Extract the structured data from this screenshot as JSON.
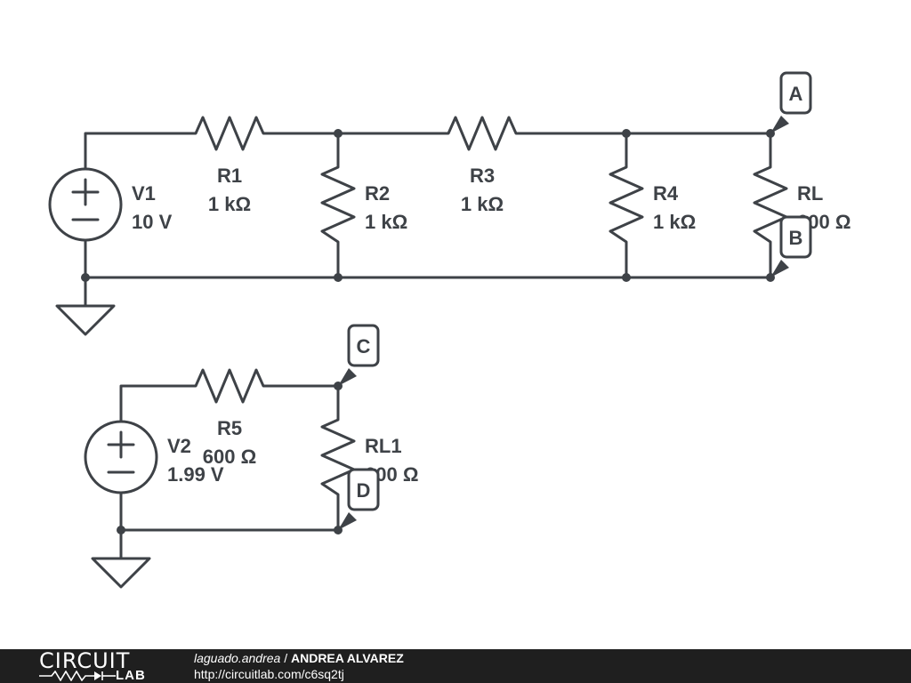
{
  "circuit1": {
    "source": {
      "name": "V1",
      "value": "10 V"
    },
    "resistors": [
      {
        "name": "R1",
        "value": "1 kΩ"
      },
      {
        "name": "R2",
        "value": "1 kΩ"
      },
      {
        "name": "R3",
        "value": "1 kΩ"
      },
      {
        "name": "R4",
        "value": "1 kΩ"
      },
      {
        "name": "RL",
        "value": "600 Ω"
      }
    ],
    "flags": [
      "A",
      "B"
    ]
  },
  "circuit2": {
    "source": {
      "name": "V2",
      "value": "1.99 V"
    },
    "resistors": [
      {
        "name": "R5",
        "value": "600 Ω"
      },
      {
        "name": "RL1",
        "value": "600 Ω"
      }
    ],
    "flags": [
      "C",
      "D"
    ]
  },
  "footer": {
    "logo_top": "CIRCUIT",
    "logo_bottom": "LAB",
    "username": "laguado.andrea",
    "separator": " / ",
    "author": "ANDREA ALVAREZ",
    "url": "http://circuitlab.com/c6sq2tj"
  },
  "colors": {
    "ink": "#3e4247",
    "footer_bg": "#1f1f1f",
    "background": "#ffffff"
  }
}
